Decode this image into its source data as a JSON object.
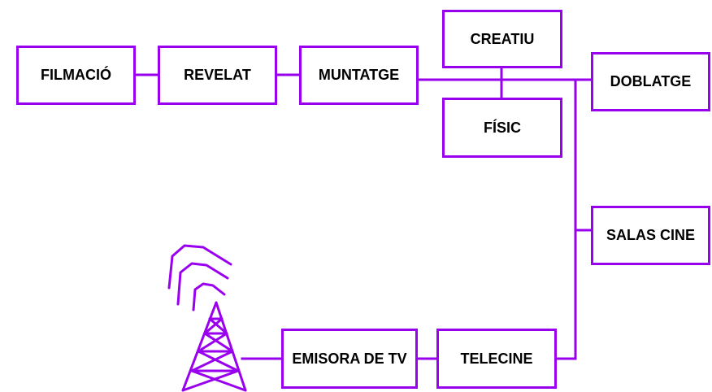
{
  "diagram": {
    "accent_color": "#9900ee",
    "boxes": {
      "filmacio": "FILMACIÓ",
      "revelat": "REVELAT",
      "muntatge": "MUNTATGE",
      "creatiu": "CREATIU",
      "fisic": "FÍSIC",
      "doblatge": "DOBLATGE",
      "salas_cine": "SALAS CINE",
      "telecine": "TELECINE",
      "emisora_tv": "EMISORA DE TV"
    },
    "icons": [
      "broadcast-tower-icon"
    ]
  }
}
